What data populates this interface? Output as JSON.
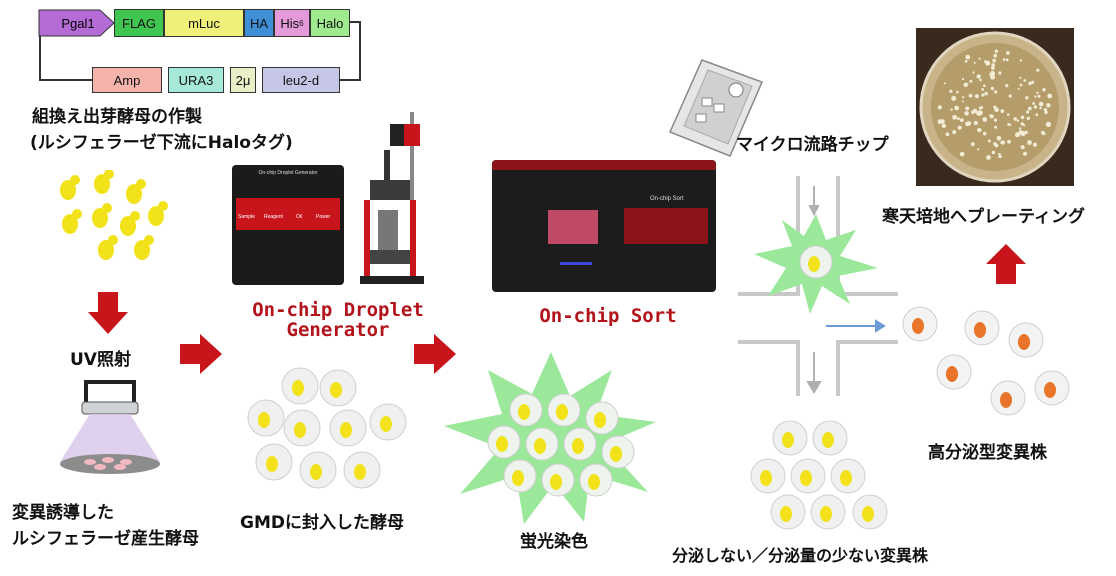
{
  "plasmid": {
    "top": [
      "Pgal1",
      "FLAG",
      "mLuc",
      "HA",
      "His",
      "Halo"
    ],
    "his_sup": "6",
    "bottom": [
      "Amp",
      "URA3",
      "2μ",
      "leu2-d"
    ]
  },
  "labels": {
    "make_yeast": "組換え出芽酵母の作製",
    "make_yeast_sub": "(ルシフェラーゼ下流にHaloタグ)",
    "uv": "UV照射",
    "mutant": "変異誘導した",
    "mutant2": "ルシフェラーゼ産生酵母",
    "gmd": "GMDに封入した酵母",
    "stain": "蛍光染色",
    "chip": "マイクロ流路チップ",
    "plate": "寒天培地へプレーティング",
    "high": "高分泌型変異株",
    "low": "分泌しない／分泌量の少ない変異株"
  },
  "devices": {
    "generator_line1": "On-chip Droplet",
    "generator_line2": "Generator",
    "sort": "On-chip Sort",
    "generator_panel": "On-chip Droplet Generator",
    "buttons": [
      "Sample",
      "Reagent",
      "Oil",
      "Power"
    ],
    "sort_badge": "On-chip Sort"
  },
  "colors": {
    "arrow": "#c8141b",
    "yeast_yellow": "#f2e21a",
    "yeast_orange": "#e8752a",
    "stain_green": "#9be89b",
    "brand_red": "#b3141c"
  }
}
